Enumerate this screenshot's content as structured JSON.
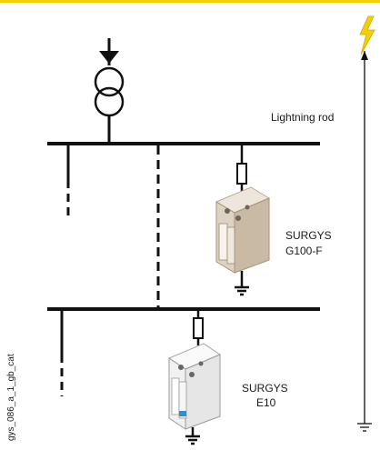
{
  "labels": {
    "lightning_rod": "Lightning rod",
    "device1_line1": "SURGYS",
    "device1_line2": "G100-F",
    "device2_line1": "SURGYS",
    "device2_line2": "E10",
    "catalog_ref": "gys_086_a_1_gb_cat"
  },
  "icons": {
    "lightning": "lightning-bolt-icon",
    "ground": "ground-icon",
    "transformer": "transformer-icon",
    "fuse": "fuse-icon"
  },
  "colors": {
    "accent": "#f5d000",
    "line": "#111111",
    "device1_body": "#d9cfc2",
    "device2_body": "#eeeeee",
    "device2_stripe": "#2f8fd0"
  }
}
